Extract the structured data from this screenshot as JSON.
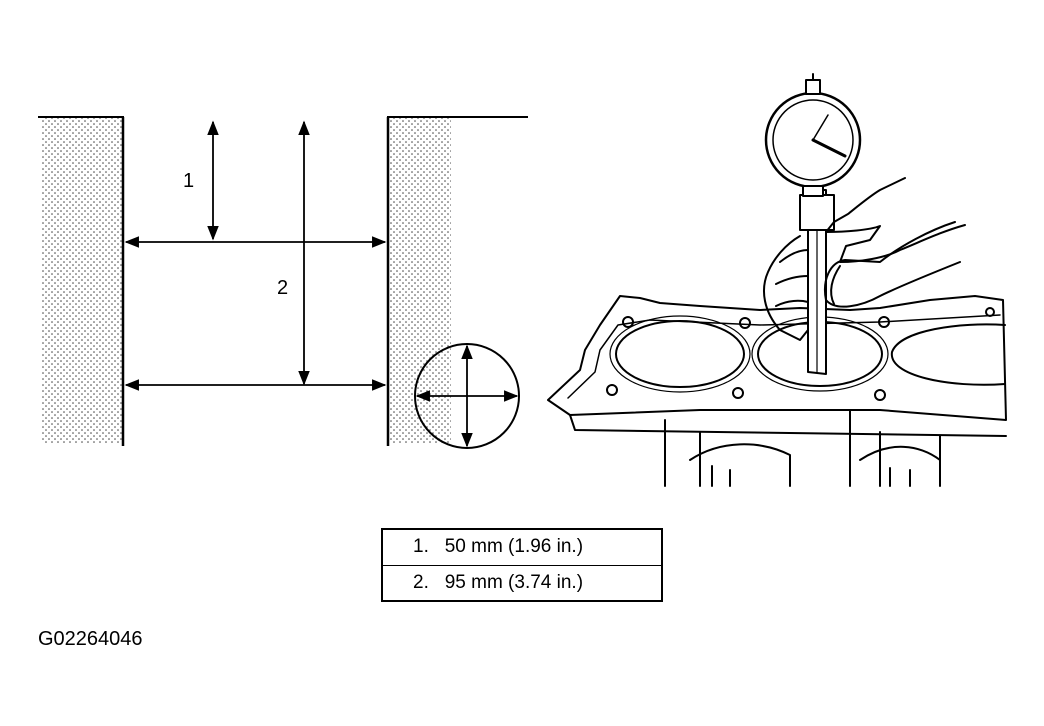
{
  "diagram": {
    "dimension_labels": {
      "top": "1",
      "bottom": "2"
    },
    "table": {
      "rows": [
        {
          "num": "1.",
          "value": "50 mm (1.96 in.)"
        },
        {
          "num": "2.",
          "value": "95 mm (3.74 in.)"
        }
      ]
    },
    "figure_code": "G02264046"
  }
}
